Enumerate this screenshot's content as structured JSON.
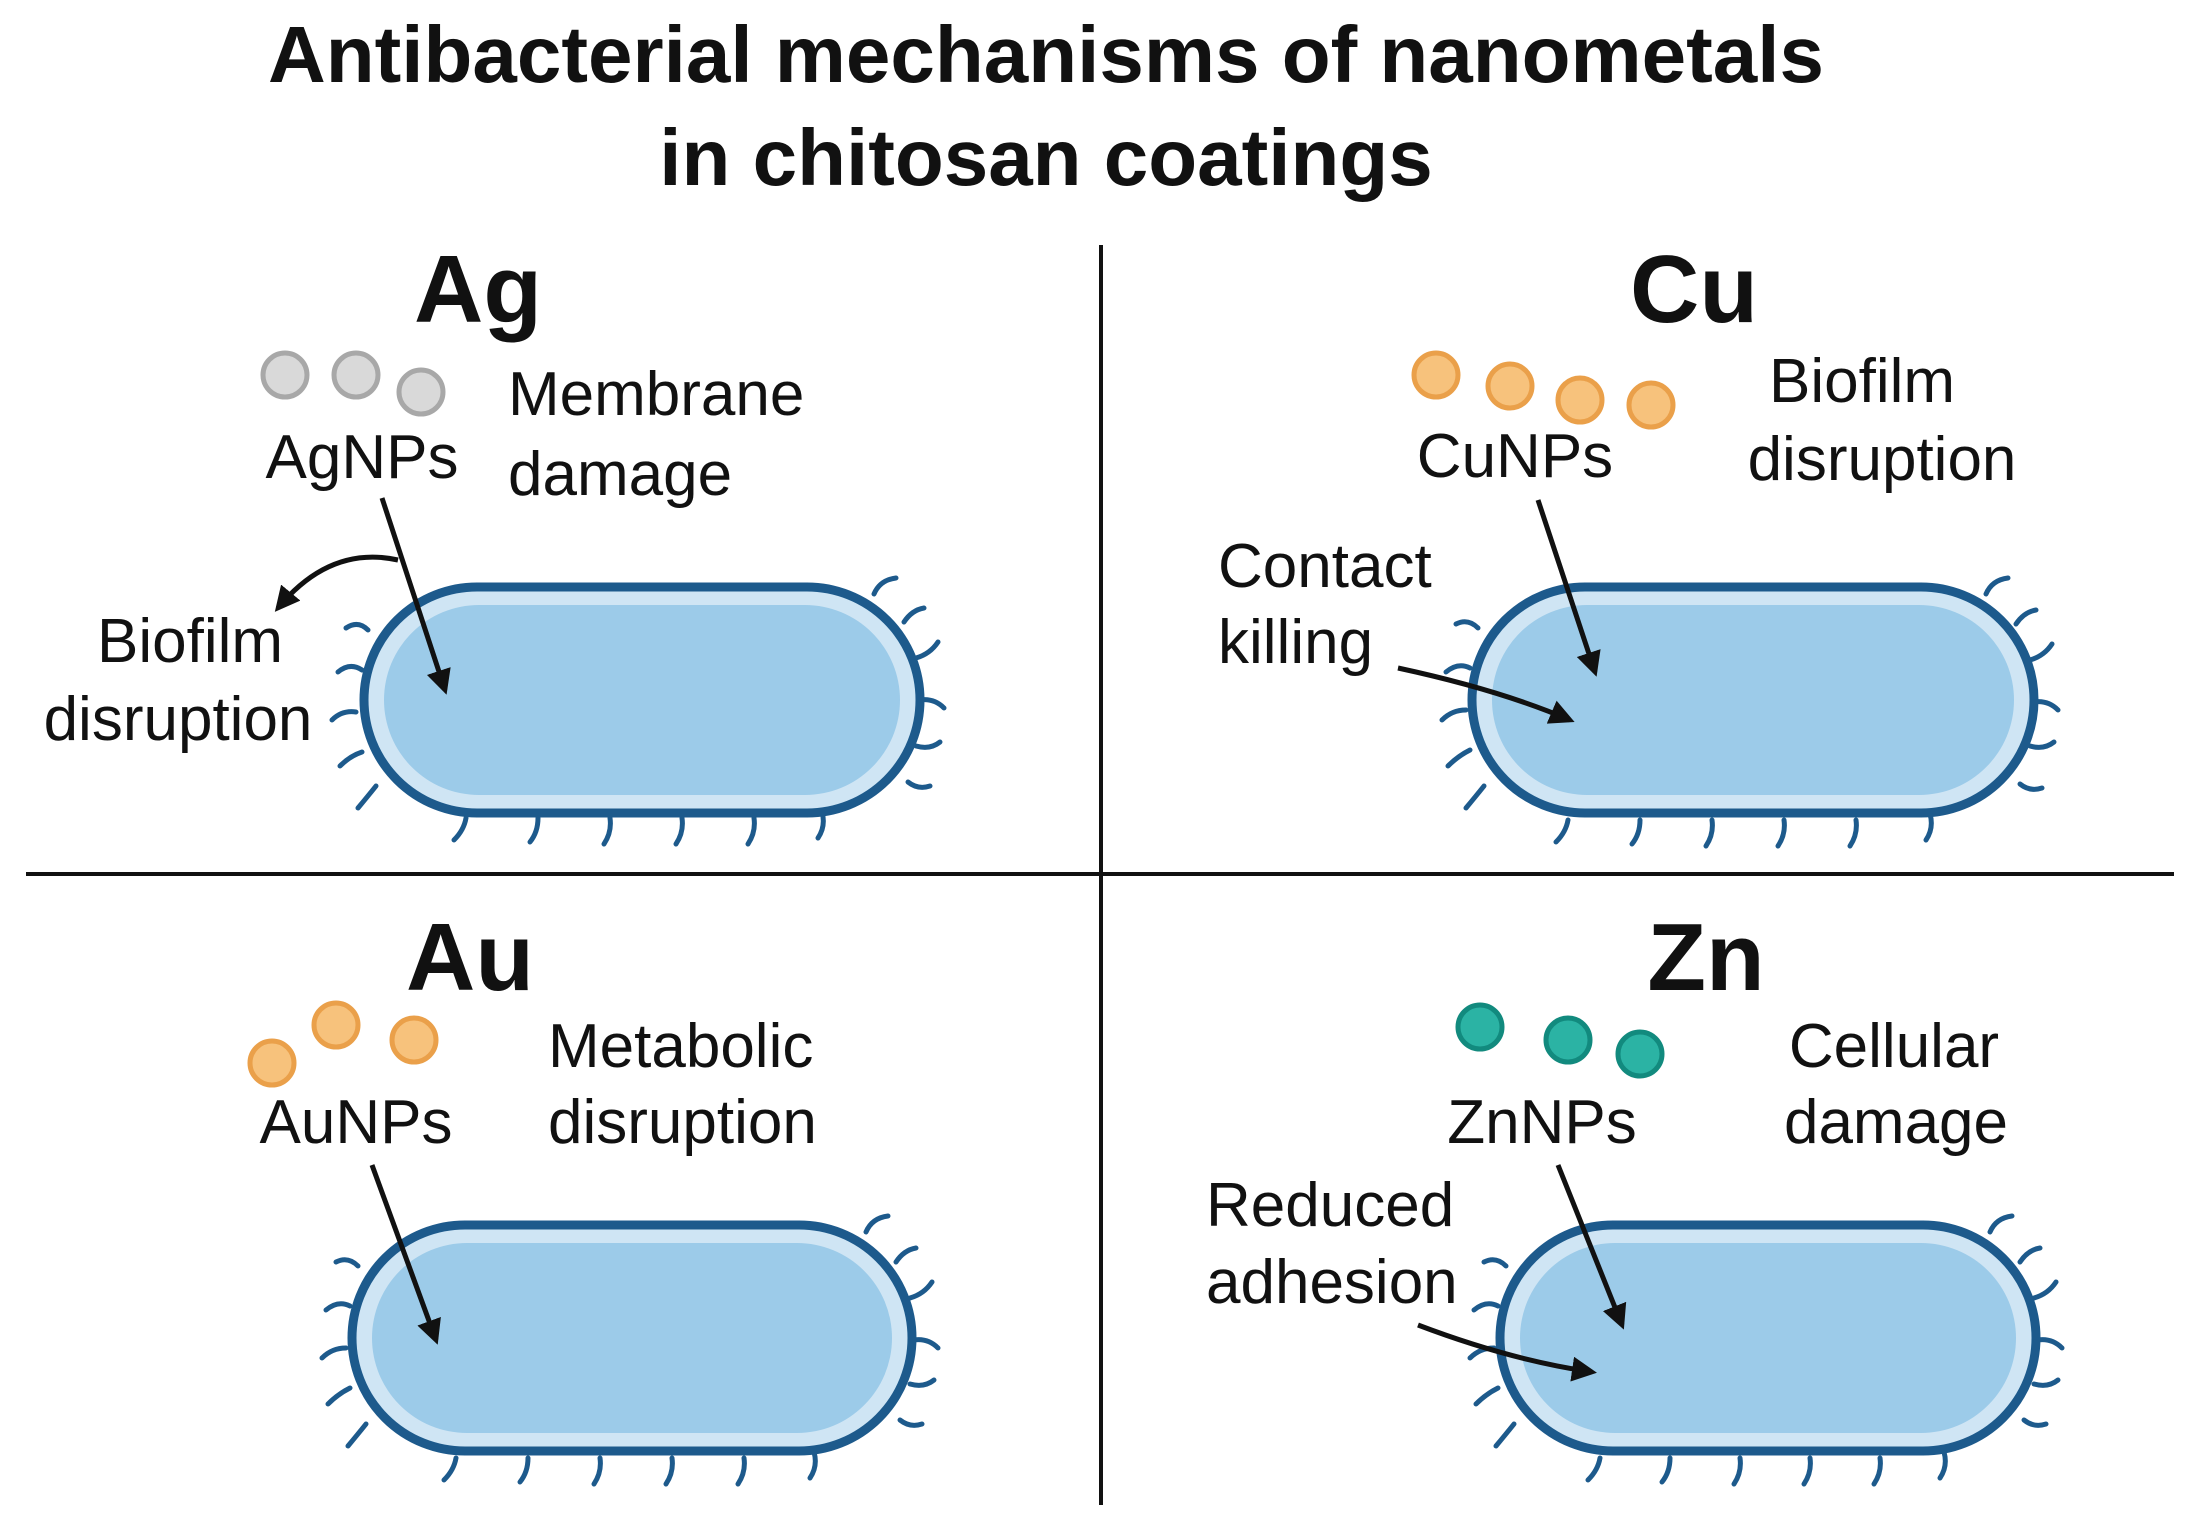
{
  "title": {
    "line1": "Antibacterial mechanisms of nanometals",
    "line2": "in chitosan coatings"
  },
  "colors": {
    "cell_outer": "#1d5a8c",
    "cell_rim": "#cfe5f4",
    "cell_fill": "#9ccbe9",
    "ag_particle": "#d9d9d9",
    "cu_particle": "#f7c27c",
    "au_particle": "#f7c27c",
    "zn_particle": "#2bb3a4",
    "divider": "#111111",
    "arrow": "#111111"
  },
  "panels": {
    "ag": {
      "metal": "Ag",
      "particles": "AgNPs",
      "effect_line1": "Membrane",
      "effect_line2": "damage",
      "side_line1": "Biofilm",
      "side_line2": "disruption"
    },
    "cu": {
      "metal": "Cu",
      "particles": "CuNPs",
      "effect_line1": "Biofilm",
      "effect_line2": "disruption",
      "side_line1": "Contact",
      "side_line2": "killing"
    },
    "au": {
      "metal": "Au",
      "particles": "AuNPs",
      "effect_line1": "Metabolic",
      "effect_line2": "disruption"
    },
    "zn": {
      "metal": "Zn",
      "particles": "ZnNPs",
      "effect_line1": "Cellular",
      "effect_line2": "damage",
      "side_line1": "Reduced",
      "side_line2": "adhesion"
    }
  }
}
